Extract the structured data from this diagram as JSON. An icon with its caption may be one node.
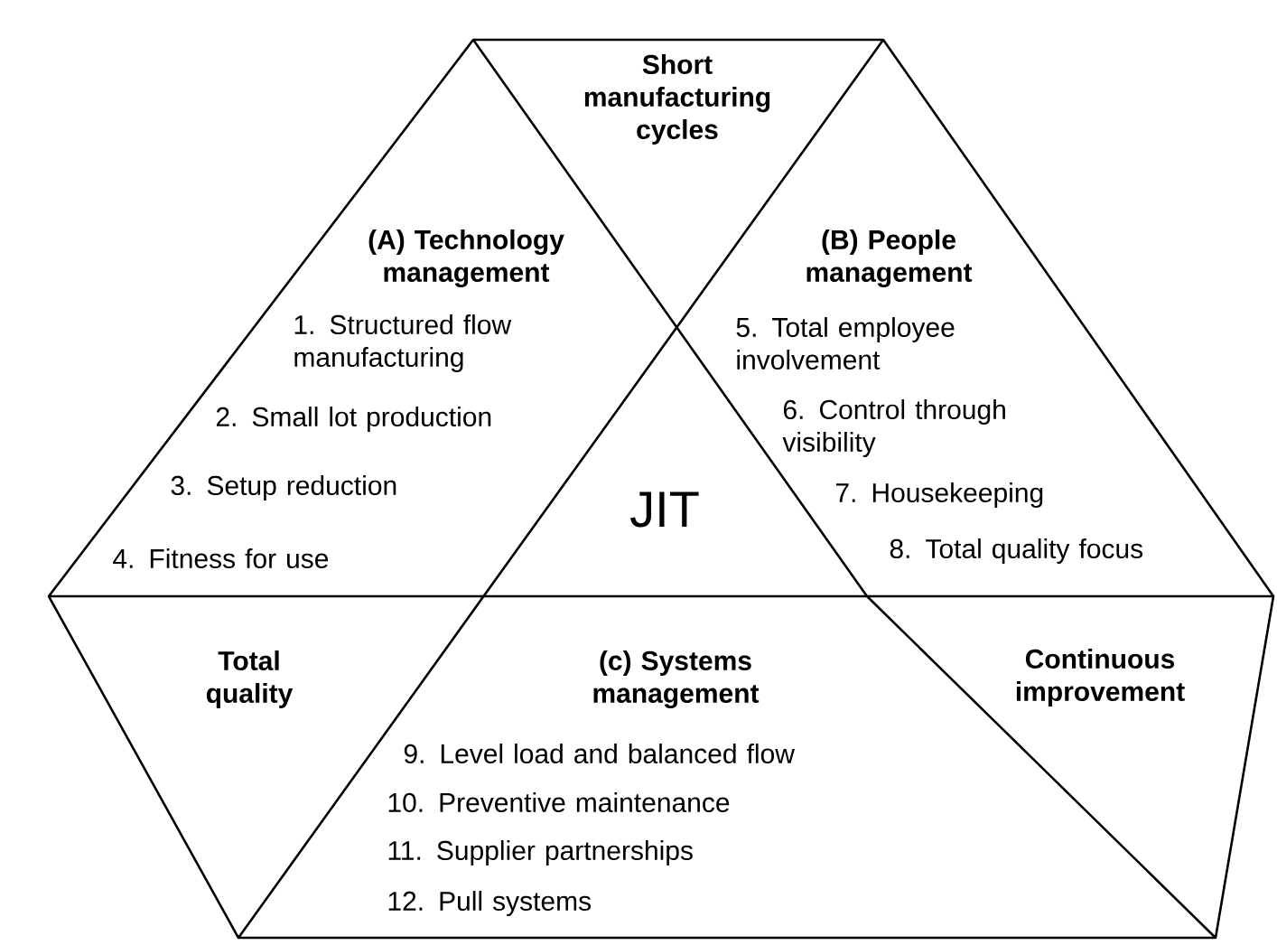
{
  "diagram": {
    "nodes": [
      {
        "text": [
          "Short manufacturing cycles"
        ]
      },
      {
        "text": [
          "(A) Technology management",
          "1. Structured flow manufacturing",
          "2. Small lot production",
          "3. Setup reduction",
          "4. Fitness for use"
        ]
      },
      {
        "text": [
          "(B) People management",
          "5. Total employee involvement",
          "6. Control through visibility",
          "7. Housekeeping",
          "8. Total quality focus"
        ]
      },
      {
        "text": [
          "JIT"
        ]
      },
      {
        "text": [
          "Total quality"
        ]
      },
      {
        "text": [
          "(c) Systems management",
          "9. Level load and balanced flow",
          "10. Preventive maintenance",
          "11. Supplier partnerships",
          "12. Pull systems"
        ]
      },
      {
        "text": [
          "Continuous improvement"
        ]
      }
    ]
  }
}
